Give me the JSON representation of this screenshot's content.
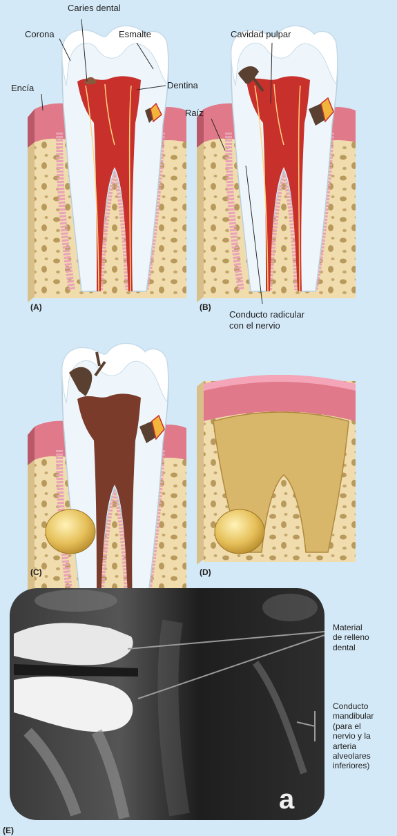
{
  "labels": {
    "caries": "Caries dental",
    "corona": "Corona",
    "esmalte": "Esmalte",
    "encia": "Encía",
    "dentina": "Dentina",
    "cavidad": "Cavidad pulpar",
    "raiz": "Raíz",
    "conducto_radicular": [
      "Conducto radicular",
      "con el nervio"
    ],
    "material": [
      "Material",
      "de relleno",
      "dental"
    ],
    "conducto_mandibular": [
      "Conducto",
      "mandibular",
      "(para el",
      "nervio y la",
      "arteria",
      "alveolares",
      "inferiores)"
    ],
    "xray_letter": "a"
  },
  "panels": {
    "a": "(A)",
    "b": "(B)",
    "c": "(C)",
    "d": "(D)",
    "e": "(E)"
  },
  "colors": {
    "background": "#d4e9f7",
    "enamel": "#ffffff",
    "dentin": "#eef6fb",
    "pulp": "#c8302c",
    "gum": "#e07a8a",
    "bone": "#f1dcae",
    "decay": "#5a4030",
    "filling": "#d8b66a"
  }
}
